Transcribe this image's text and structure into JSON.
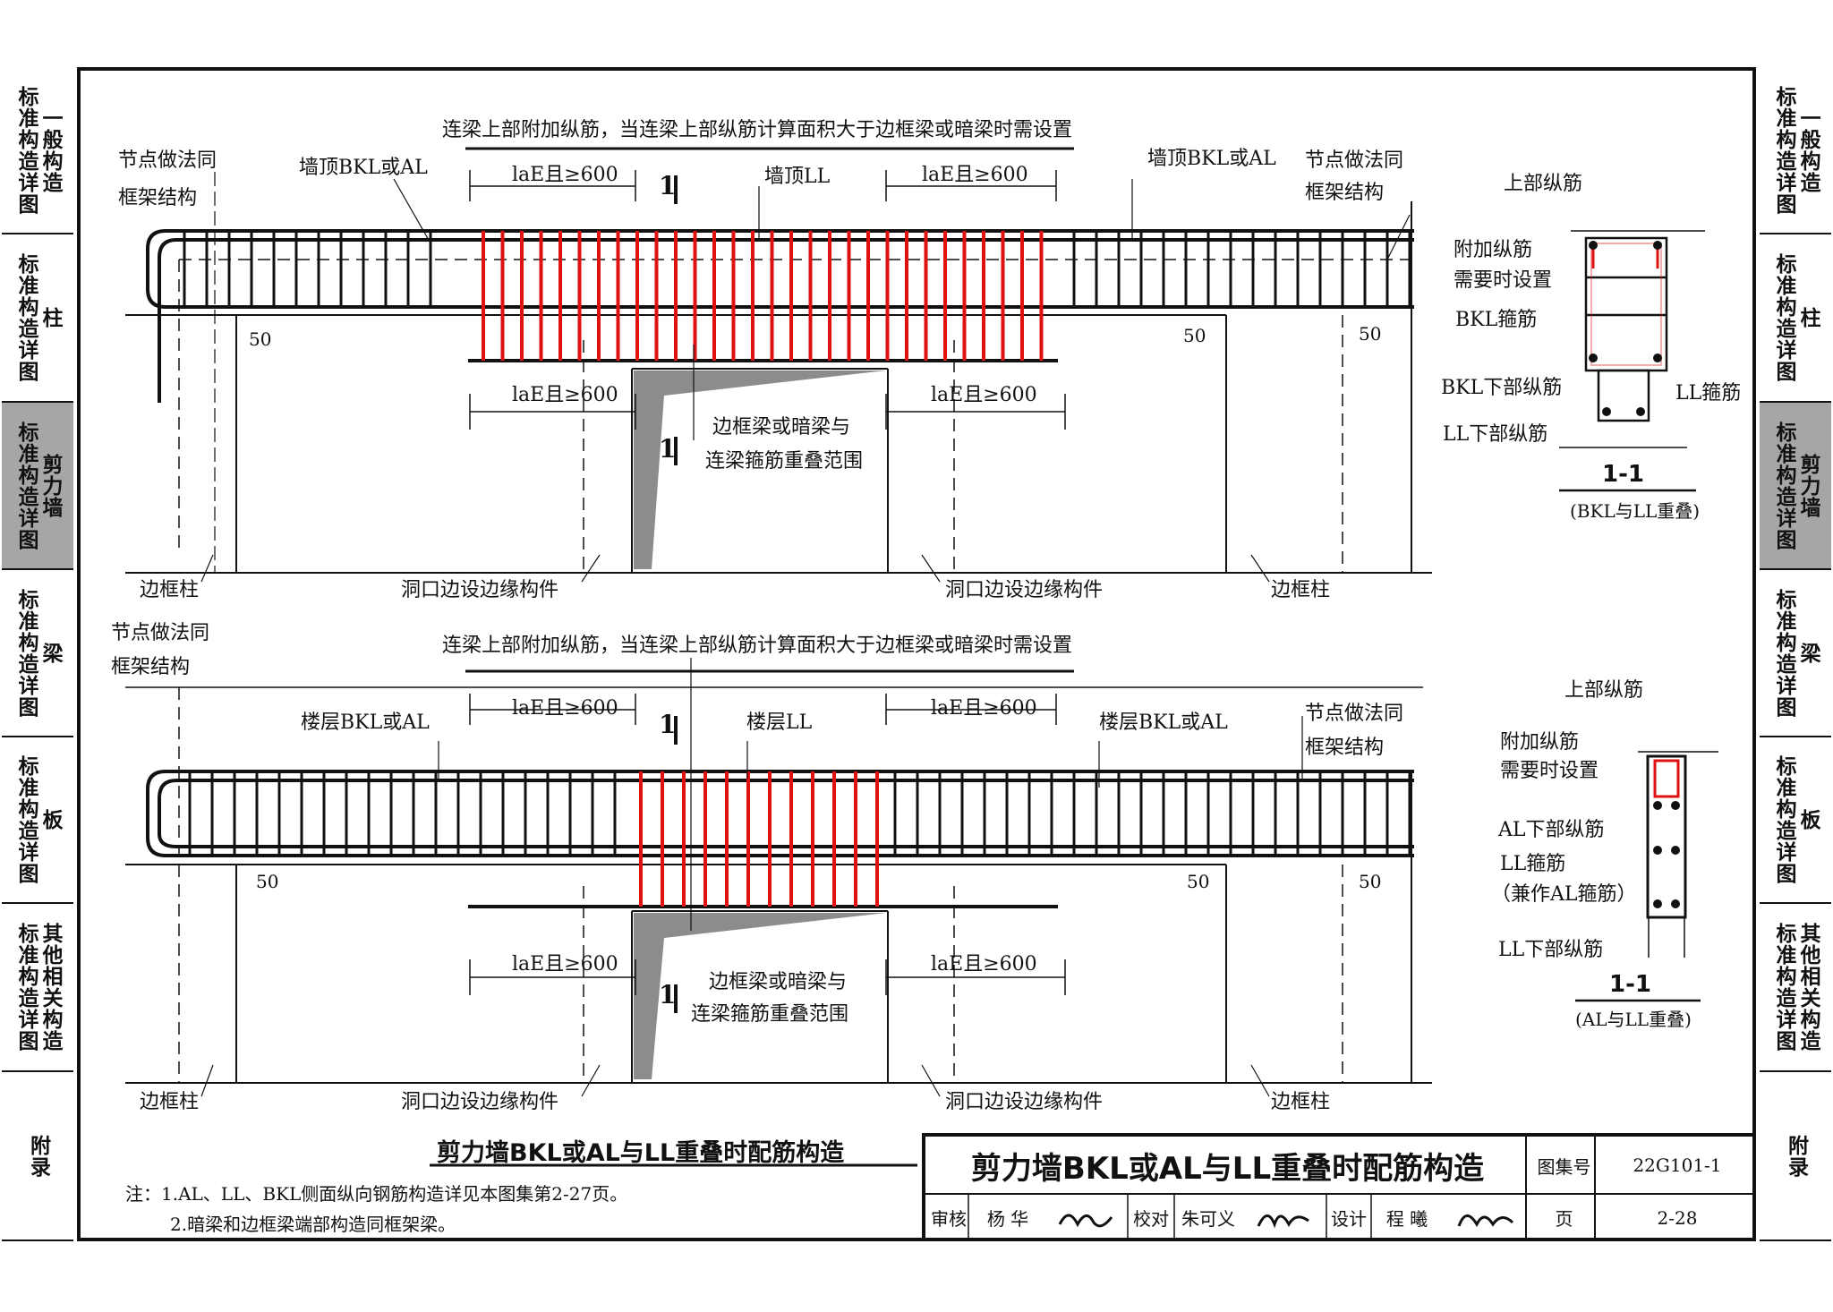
{
  "sidebar_left": [
    {
      "col": "标准构造详图",
      "title": "一般构造"
    },
    {
      "col": "标准构造详图",
      "title": "柱"
    },
    {
      "col": "标准构造详图",
      "title": "剪力墙"
    },
    {
      "col": "标准构造详图",
      "title": "梁"
    },
    {
      "col": "标准构造详图",
      "title": "板"
    },
    {
      "col": "标准构造详图",
      "title": "其他相关构造"
    },
    {
      "col": "",
      "title": "附录"
    }
  ],
  "active_section": "剪力墙",
  "top_detail": {
    "header_note": "连梁上部附加纵筋，当连梁上部纵筋计算面积大于边框梁或暗梁时需设置",
    "node_left_1": "节点做法同",
    "node_left_2": "框架结构",
    "node_right_1": "节点做法同",
    "node_right_2": "框架结构",
    "beam_left": "墙顶BKL或AL",
    "beam_center": "墙顶LL",
    "beam_right": "墙顶BKL或AL",
    "anchor_dim": "laE且≥600",
    "section_mark": "1",
    "dim_50": "50",
    "overlap_1": "边框梁或暗梁与",
    "overlap_2": "连梁箍筋重叠范围",
    "col_left": "边框柱",
    "opening_left": "洞口边设边缘构件",
    "opening_right": "洞口边设边缘构件",
    "col_right": "边框柱"
  },
  "bottom_detail": {
    "header_note": "连梁上部附加纵筋，当连梁上部纵筋计算面积大于边框梁或暗梁时需设置",
    "node_left_1": "节点做法同",
    "node_left_2": "框架结构",
    "node_right_1": "节点做法同",
    "node_right_2": "框架结构",
    "beam_left": "楼层BKL或AL",
    "beam_center": "楼层LL",
    "beam_right": "楼层BKL或AL",
    "anchor_dim": "laE且≥600",
    "section_mark": "1",
    "dim_50": "50",
    "overlap_1": "边框梁或暗梁与",
    "overlap_2": "连梁箍筋重叠范围",
    "col_left": "边框柱",
    "opening_left": "洞口边设边缘构件",
    "opening_right": "洞口边设边缘构件",
    "col_right": "边框柱"
  },
  "section_top": {
    "top_bars": "上部纵筋",
    "extra_1": "附加纵筋",
    "extra_2": "需要时设置",
    "bkl_stirrup": "BKL箍筋",
    "bkl_bottom": "BKL下部纵筋",
    "ll_stirrup": "LL箍筋",
    "ll_bottom": "LL下部纵筋",
    "title": "1-1",
    "subtitle": "(BKL与LL重叠)"
  },
  "section_bottom": {
    "top_bars": "上部纵筋",
    "extra_1": "附加纵筋",
    "extra_2": "需要时设置",
    "al_bottom": "AL下部纵筋",
    "ll_stirrup": "LL箍筋",
    "ll_stirrup_note": "（兼作AL箍筋）",
    "ll_bottom": "LL下部纵筋",
    "title": "1-1",
    "subtitle": "(AL与LL重叠)"
  },
  "caption": "剪力墙BKL或AL与LL重叠时配筋构造",
  "notes": [
    "注：1.AL、LL、BKL侧面纵向钢筋构造详见本图集第2-27页。",
    "2.暗梁和边框梁端部构造同框架梁。"
  ],
  "title_block": {
    "title": "剪力墙BKL或AL与LL重叠时配筋构造",
    "atlas_label": "图集号",
    "atlas_no": "22G101-1",
    "review_label": "审核",
    "review_name": "杨 华",
    "check_label": "校对",
    "check_name": "朱可义",
    "design_label": "设计",
    "design_name": "程 曦",
    "page_label": "页",
    "page_no": "2-28"
  },
  "colors": {
    "rebar_highlight": "#e01010",
    "line": "#111111",
    "hatch": "#8c8c8c",
    "active_tab": "#a6a6a6"
  }
}
